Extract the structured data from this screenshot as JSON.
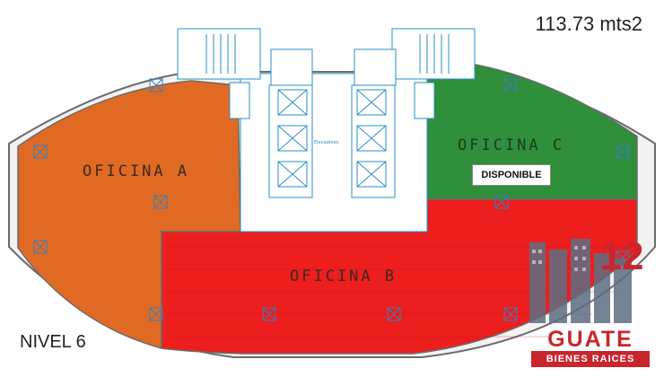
{
  "header": {
    "area": "113.73 mts2"
  },
  "footer": {
    "level": "NIVEL 6"
  },
  "offices": [
    {
      "id": "a",
      "label": "OFICINA A",
      "color": "#e06a24"
    },
    {
      "id": "b",
      "label": "OFICINA B",
      "color": "#ec1e1e"
    },
    {
      "id": "c",
      "label": "OFICINA C",
      "color": "#2f8f3a",
      "status": "DISPONIBLE"
    }
  ],
  "core": {
    "elevator_label": "Elevadores"
  },
  "brand": {
    "logo_number": "12",
    "name": "GUATE",
    "tagline": "BIENES RAICES",
    "color": "#c9262c"
  },
  "colors": {
    "lines": "#2a8fc7",
    "outline": "#6b6b6b"
  }
}
